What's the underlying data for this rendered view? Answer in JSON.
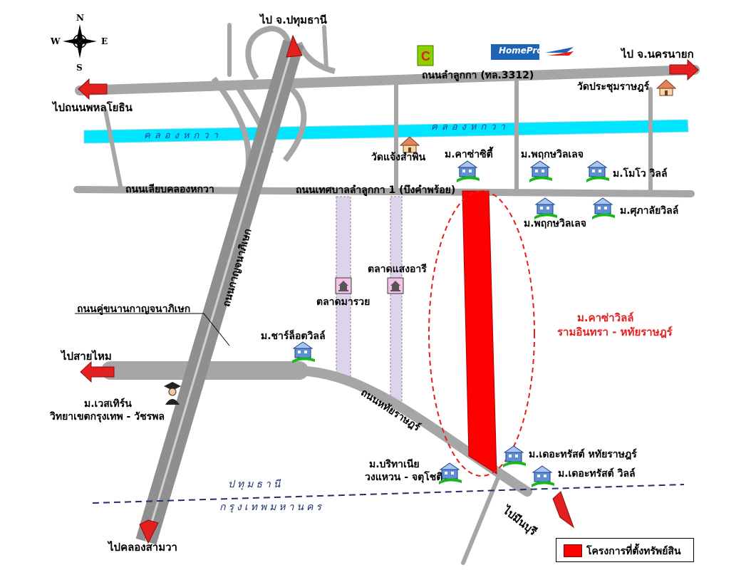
{
  "compass": {
    "n": "N",
    "s": "S",
    "e": "E",
    "w": "W"
  },
  "directions": {
    "pathum_thani": "ไป จ.ปทุมธานี",
    "nakhon_nayok": "ไป จ.นครนายก",
    "phahonyothin": "ไปถนนพหลโยธิน",
    "sai_mai": "ไปสายไหม",
    "khlong_sam_wa": "ไปคลองสามวา",
    "min_buri": "ไปมีนบุรี"
  },
  "roads": {
    "lam_luk_ka": "ถนนลำลูกกา (ทล.3312)",
    "liap_khlong_hok_wa": "ถนนเลียบคลองหกวา",
    "thetsaban_lam_luk_ka": "ถนนเทศบาลลำลูกกา 1 (บึงคำพร้อย)",
    "kanchanaphisek": "ถนนกาญจนาภิเษก",
    "kanchanaphisek_frontage": "ถนนคู่ขนานกาญจนาภิเษก",
    "hathai_rat": "ถนนหทัยราษฎร์"
  },
  "canal": {
    "name_left": "คลองหกวา",
    "name_right": "คลองหกวา"
  },
  "boundary": {
    "pathum_thani": "ปทุมธานี",
    "bangkok": "กรุงเทพมหานคร"
  },
  "places": {
    "wat_prachum": "วัดประชุมราษฎร์",
    "wat_chaeng": "วัดแจ้งสำพิน",
    "casa_city": "ม.คาซ่าซิตี้",
    "pruksa_1": "ม.พฤกษวิลเลจ",
    "mono_ville": "ม.โมโว วิลล์",
    "pruksa_2": "ม.พฤกษวิลเลจ",
    "supalai_ville": "ม.ศุภาลัยวิลล์",
    "talad_saeng_aree": "ตลาดแสงอารี",
    "talad_maruay": "ตลาดมารวย",
    "charlotte_ville": "ม.ชาร์ล็อตวิลล์",
    "western_1": "ม.เวสเทิร์น",
    "western_2": "วิทยาเขตกรุงเทพ - วัชรพล",
    "britannia_1": "ม.บริทาเนีย",
    "britannia_2": "วงแหวน - จตุโชติ",
    "trust_hathai": "ม.เดอะทรัสต์ หทัยราษฎร์",
    "trust_ville": "ม.เดอะทรัสต์ วิลล์"
  },
  "project": {
    "line1": "ม.คาซ่าวิลล์",
    "line2": "รามอินทรา - หทัยราษฎร์"
  },
  "brands": {
    "homepro": "HomePro"
  },
  "legend": {
    "label": "โครงการที่ตั้งทรัพย์สิน"
  },
  "colors": {
    "road": "#9a9a9a",
    "canal": "#00e5ff",
    "project": "#ff0000",
    "arrow": "#e41f1f",
    "boundary": "#1f2f6b",
    "market_strip": "#ddd3ea",
    "homepro": "#1f64b4"
  }
}
